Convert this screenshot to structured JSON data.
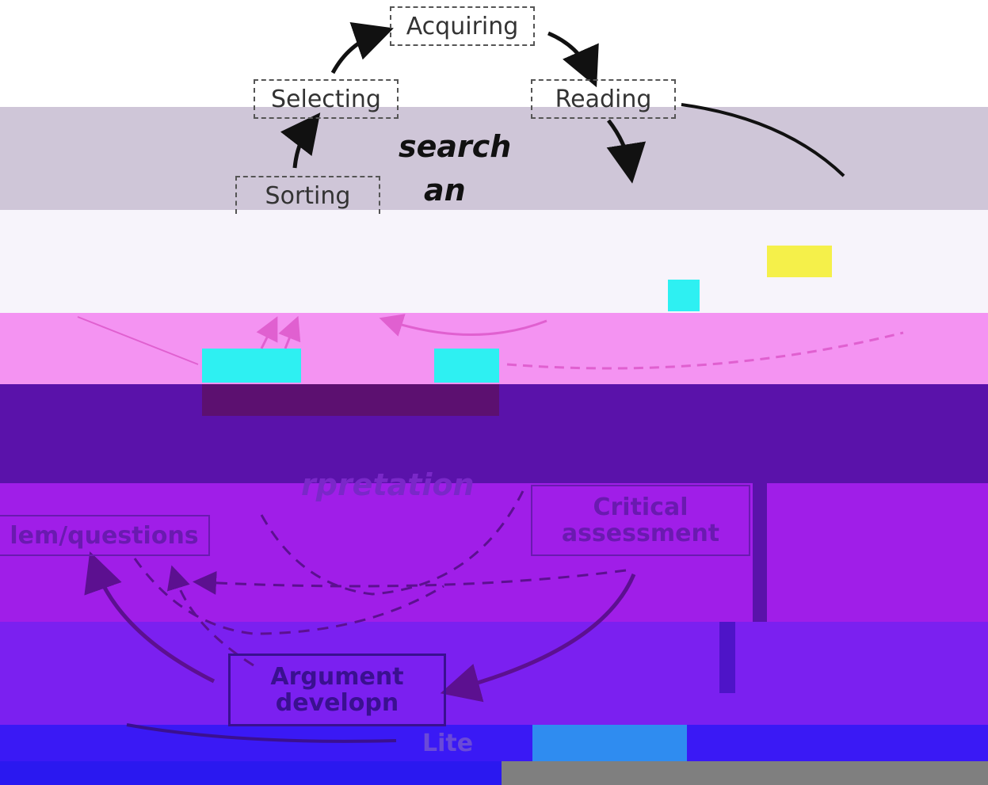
{
  "diagram": {
    "nodes": {
      "acquiring": "Acquiring",
      "selecting": "Selecting",
      "reading": "Reading",
      "sorting": "Sorting",
      "problem_questions": "lem/questions",
      "critical_assessment": "Critical\nassessment",
      "argument_development": "Argument\ndevelopn",
      "literature": "Lite"
    },
    "section_labels": {
      "search": "search",
      "search_partial": "an",
      "interpretation": "rpretation"
    }
  },
  "colors": {
    "band_lavender": "#cfc6d8",
    "band_white": "#f6f3fa",
    "band_pink": "#f48ef0",
    "band_dark_purple": "#5a10a8",
    "band_magenta": "#9d1ee6",
    "band_violet": "#7a1ff0",
    "band_blue": "#3b1af7",
    "band_gray": "#7f7f7f",
    "cyan_block": "#29f0f0"
  }
}
